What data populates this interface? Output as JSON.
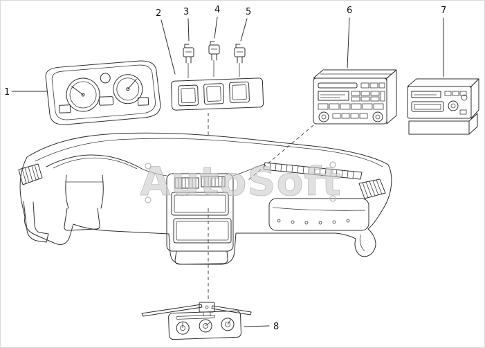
{
  "page": {
    "background_color": "#ffffff",
    "line_color": "#2e2e2e",
    "watermark": {
      "text": "AutoSoft",
      "color": "#cccccc"
    },
    "callouts": [
      {
        "label": "1"
      },
      {
        "label": "2"
      },
      {
        "label": "3"
      },
      {
        "label": "4"
      },
      {
        "label": "5"
      },
      {
        "label": "6"
      },
      {
        "label": "7"
      },
      {
        "label": "8"
      }
    ]
  }
}
